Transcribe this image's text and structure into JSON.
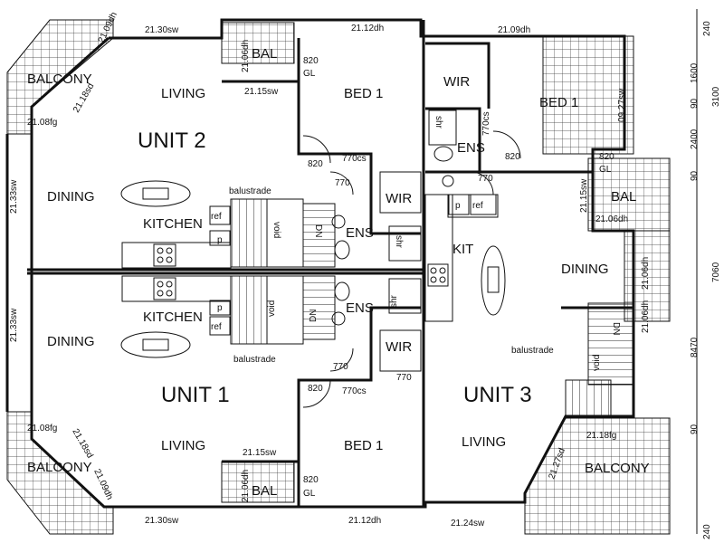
{
  "units": {
    "unit2": "UNIT 2",
    "unit1": "UNIT 1",
    "unit3": "UNIT 3"
  },
  "rooms": {
    "living": "LIVING",
    "bed1": "BED 1",
    "dining": "DINING",
    "kitchen": "KITCHEN",
    "kit": "KIT",
    "balcony": "BALCONY",
    "bal": "BAL",
    "wir": "WIR",
    "ens": "ENS",
    "balustrade": "balustrade",
    "void": "void",
    "dn": "DN",
    "ref": "ref",
    "p": "p",
    "gl": "GL",
    "shr": "shr"
  },
  "doors": {
    "d820": "820",
    "d770": "770",
    "d770cs": "770cs"
  },
  "dims": {
    "top_u2_left": "21.30sw",
    "top_u2_right": "21.12dh",
    "top_u3": "21.09dh",
    "bot_u1_left": "21.30sw",
    "bot_u1_right": "21.12dh",
    "bot_u3": "21.24sw",
    "u2_21_09dh": "21.09dh",
    "u2_21_18sd": "21.18sd",
    "u2_21_08fg": "21.08fg",
    "u2_21_06dh": "21.06dh",
    "u2_21_15sw": "21.15sw",
    "u2_21_33sw": "21.33sw",
    "u1_21_33sw": "21.33sw",
    "u1_21_08fg": "21.08fg",
    "u1_21_18sd": "21.18sd",
    "u1_21_09dh": "21.09dh",
    "u1_21_15sw": "21.15sw",
    "u1_21_06dh": "21.06dh",
    "u3_09_27sw": "09.27sw",
    "u3_21_15sw": "21.15sw",
    "u3_21_06dh_a": "21.06dh",
    "u3_21_06dh_b": "21.06dh",
    "u3_21_06dh_c": "21.06dh",
    "u3_21_18fg": "21.18fg",
    "u3_21_27sd": "21.27sd",
    "u3_770cs": "770cs"
  },
  "side_dims": {
    "s240a": "240",
    "s1600": "1600",
    "s90a": "90",
    "s2400": "2400",
    "s90b": "90",
    "s3100": "3100",
    "s7060": "7060",
    "s8470": "8470",
    "s90c": "90",
    "s240b": "240"
  }
}
